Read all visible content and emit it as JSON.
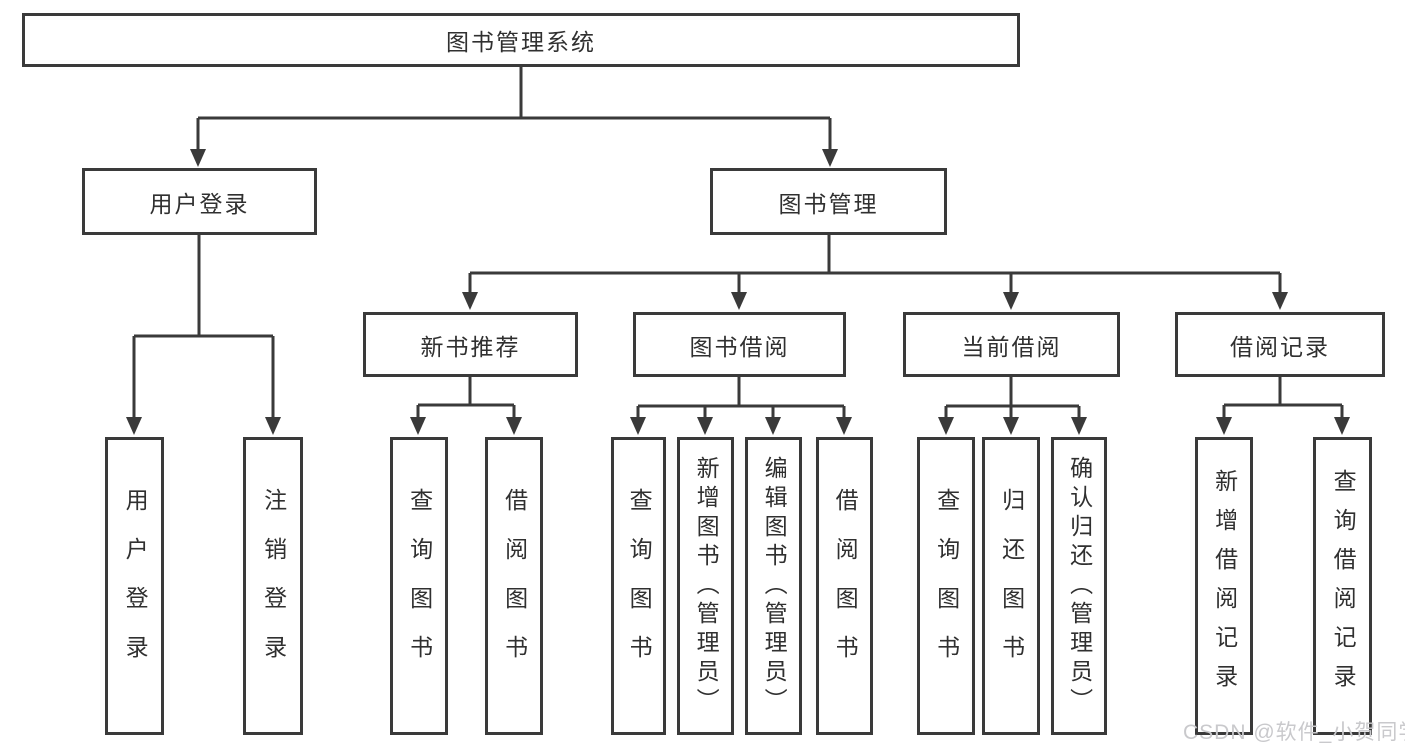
{
  "tree": {
    "root": "图书管理系统",
    "branches": [
      {
        "label": "用户登录",
        "children": [
          "用户登录",
          "注销登录"
        ]
      },
      {
        "label": "图书管理",
        "sections": [
          {
            "label": "新书推荐",
            "children": [
              "查询图书",
              "借阅图书"
            ]
          },
          {
            "label": "图书借阅",
            "children": [
              "查询图书",
              "新增图书（管理员）",
              "编辑图书（管理员）",
              "借阅图书"
            ]
          },
          {
            "label": "当前借阅",
            "children": [
              "查询图书",
              "归还图书",
              "确认归还（管理员）"
            ]
          },
          {
            "label": "借阅记录",
            "children": [
              "新增借阅记录",
              "查询借阅记录"
            ]
          }
        ]
      }
    ]
  },
  "watermark": {
    "text": "CSDN @软件_小贺同学"
  },
  "colors": {
    "line": "#3a3a3a",
    "text": "#303030",
    "background": "#ffffff",
    "watermark": "#c9c9cc"
  }
}
